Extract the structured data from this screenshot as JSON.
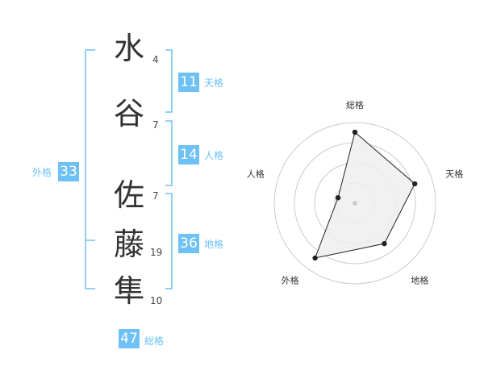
{
  "name": {
    "surname": [
      {
        "char": "水",
        "strokes": "4"
      },
      {
        "char": "谷",
        "strokes": "7"
      }
    ],
    "given": [
      {
        "char": "佐",
        "strokes": "7"
      },
      {
        "char": "藤",
        "strokes": "19"
      },
      {
        "char": "隼",
        "strokes": "10"
      }
    ]
  },
  "fortunes": {
    "ten": {
      "value": "11",
      "label": "天格"
    },
    "jin": {
      "value": "14",
      "label": "人格"
    },
    "chi": {
      "value": "36",
      "label": "地格"
    },
    "gai": {
      "value": "33",
      "label": "外格"
    },
    "so": {
      "value": "47",
      "label": "総格"
    }
  },
  "colors": {
    "accent": "#6ec1f4",
    "text": "#333333",
    "fill": "#efefef",
    "ring": "#cccccc"
  },
  "chart_data": {
    "type": "radar",
    "axes": [
      "総格",
      "天格",
      "地格",
      "外格",
      "人格"
    ],
    "values": [
      0.88,
      0.78,
      0.62,
      0.84,
      0.22
    ],
    "rings": 4,
    "range": [
      0,
      1
    ]
  }
}
